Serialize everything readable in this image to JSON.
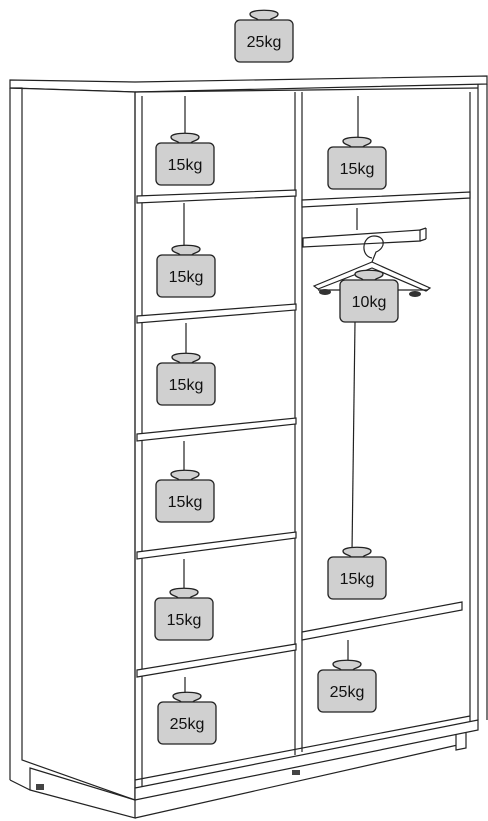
{
  "weights": {
    "top": "25kg",
    "left_shelf_1": "15kg",
    "left_shelf_2": "15kg",
    "left_shelf_3": "15kg",
    "left_shelf_4": "15kg",
    "left_shelf_5": "15kg",
    "left_bottom": "25kg",
    "right_top_shelf": "15kg",
    "hanger_rail": "10kg",
    "right_lower_shelf": "15kg",
    "right_bottom": "25kg"
  },
  "colors": {
    "weight_fill": "#d0d0d0",
    "outline": "#222222",
    "background": "#ffffff"
  }
}
